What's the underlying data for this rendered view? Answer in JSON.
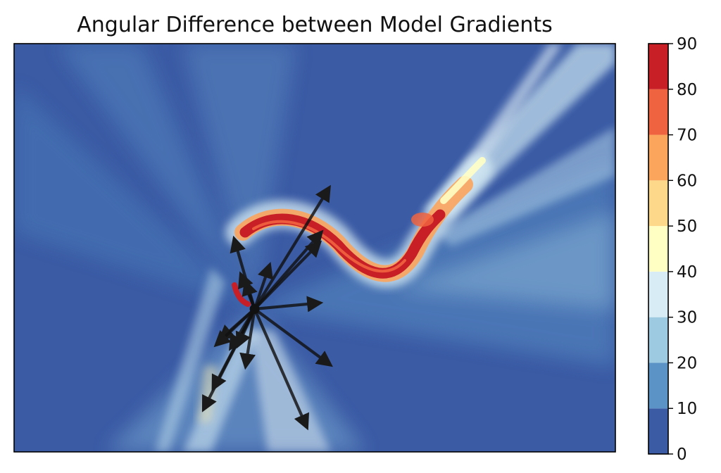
{
  "chart_data": {
    "type": "heatmap",
    "title": "Angular Difference between Model Gradients",
    "xlabel": "",
    "ylabel": "",
    "axis_ticks_visible": false,
    "colorbar": {
      "vmin": 0,
      "vmax": 90,
      "ticks": [
        0,
        10,
        20,
        30,
        40,
        50,
        60,
        70,
        80,
        90
      ],
      "tick_labels": [
        "0",
        "10",
        "20",
        "30",
        "40",
        "50",
        "60",
        "70",
        "80",
        "90"
      ],
      "bins": [
        {
          "from": 0,
          "to": 10,
          "color": "#3b5ba5"
        },
        {
          "from": 10,
          "to": 20,
          "color": "#5b93c6"
        },
        {
          "from": 20,
          "to": 30,
          "color": "#9ecae1"
        },
        {
          "from": 30,
          "to": 40,
          "color": "#d7ecf4"
        },
        {
          "from": 40,
          "to": 50,
          "color": "#ffffc4"
        },
        {
          "from": 50,
          "to": 60,
          "color": "#fdd88a"
        },
        {
          "from": 60,
          "to": 70,
          "color": "#fba45c"
        },
        {
          "from": 70,
          "to": 80,
          "color": "#ef6340"
        },
        {
          "from": 80,
          "to": 90,
          "color": "#c81f26"
        }
      ]
    },
    "background_value": 7,
    "arrows": {
      "origin": [
        0.4,
        0.35
      ],
      "color": "#111111",
      "vectors": [
        [
          0.124,
          0.297
        ],
        [
          0.111,
          0.188
        ],
        [
          0.108,
          0.162
        ],
        [
          0.109,
          0.015
        ],
        [
          0.025,
          0.108
        ],
        [
          -0.034,
          0.172
        ],
        [
          -0.023,
          0.085
        ],
        [
          -0.015,
          0.066
        ],
        [
          0.126,
          -0.137
        ],
        [
          0.087,
          -0.29
        ],
        [
          -0.085,
          -0.246
        ],
        [
          -0.069,
          -0.195
        ],
        [
          -0.04,
          -0.096
        ],
        [
          -0.015,
          -0.141
        ],
        [
          -0.057,
          -0.074
        ],
        [
          -0.064,
          -0.088
        ],
        [
          -0.028,
          -0.09
        ]
      ]
    }
  }
}
